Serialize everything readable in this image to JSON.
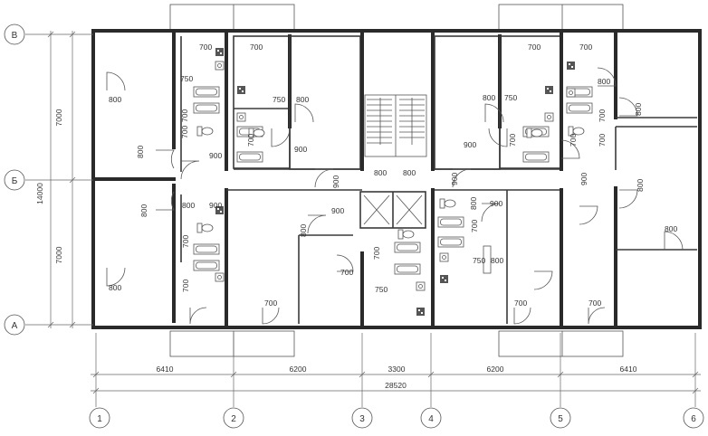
{
  "axes_letters": [
    "В",
    "Б",
    "А"
  ],
  "axes_numbers": [
    "1",
    "2",
    "3",
    "4",
    "5",
    "6"
  ],
  "vertical_dims": {
    "segments": [
      "7000",
      "7000"
    ],
    "total": "14000"
  },
  "horizontal_dims": {
    "segments": [
      "6410",
      "6200",
      "3300",
      "6200",
      "6410"
    ],
    "total": "28520"
  },
  "openings": {
    "d700": "700",
    "d750": "750",
    "d800": "800",
    "d900": "900"
  }
}
